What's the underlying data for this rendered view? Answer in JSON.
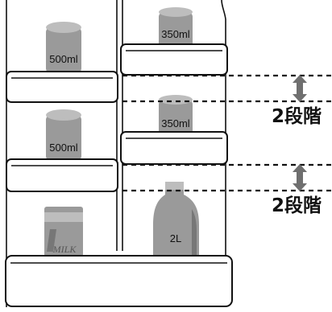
{
  "door_pockets": {
    "left_upper": {
      "bottle_label": "500ml"
    },
    "left_lower": {
      "bottle_label": "500ml"
    },
    "right_upper": {
      "bottle_label": "350ml"
    },
    "right_lower": {
      "bottle_label": "350ml"
    },
    "bottom": {
      "milk_label": "MILK",
      "bottle_label": "2L"
    }
  },
  "adjustments": {
    "upper": {
      "label": "2段階"
    },
    "lower": {
      "label": "2段階"
    }
  },
  "colors": {
    "bottle": "#9a9a9a",
    "bottle_cap": "#bdbdbd",
    "arrow": "#6f6f6f",
    "outline": "#111111"
  }
}
